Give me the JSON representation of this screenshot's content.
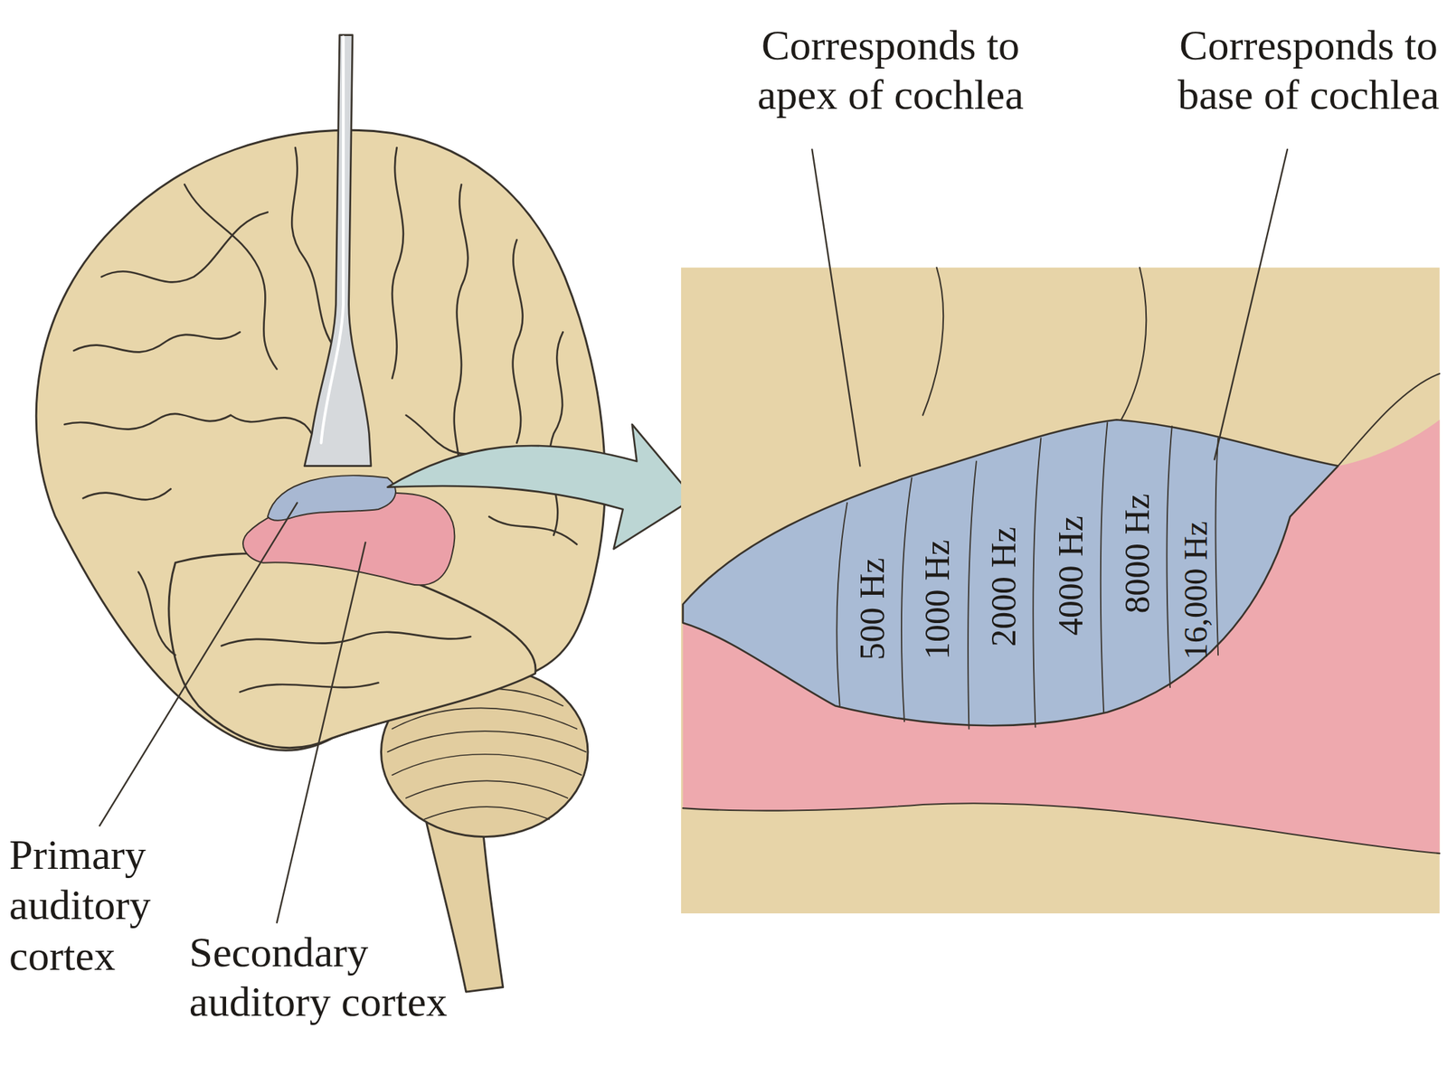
{
  "diagram": {
    "labels": [
      "Corresponds to apex of cochlea",
      "Corresponds to base of cochlea",
      "500 Hz",
      "1000 Hz",
      "2000 Hz",
      "4000 Hz",
      "8000 Hz",
      "16,000 Hz",
      "Primary auditory cortex",
      "Secondary auditory cortex"
    ]
  }
}
